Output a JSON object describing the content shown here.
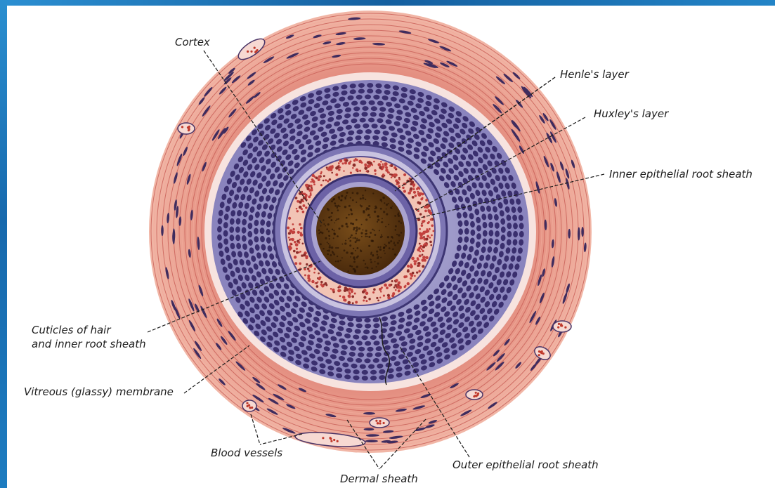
{
  "labels": {
    "cortex": "Cortex",
    "henle": "Henle's layer",
    "huxley": "Huxley's layer",
    "inner_sheath": "Inner epithelial root sheath",
    "cuticles_line1": "Cuticles of hair",
    "cuticles_line2": "and inner root sheath",
    "vitreous": "Vitreous (glassy) membrane",
    "blood_vessels": "Blood vessels",
    "dermal": "Dermal sheath",
    "outer_sheath": "Outer epithelial root sheath"
  },
  "colors": {
    "frame": "#1f6fb3",
    "dermal": "#e7907f",
    "vitreous": "#f6dcd8",
    "outer_sheath": "#8d87be",
    "inner_cells": "#c2413e",
    "cortex": "#5a3612",
    "nuclei": "#3a2f6e"
  }
}
